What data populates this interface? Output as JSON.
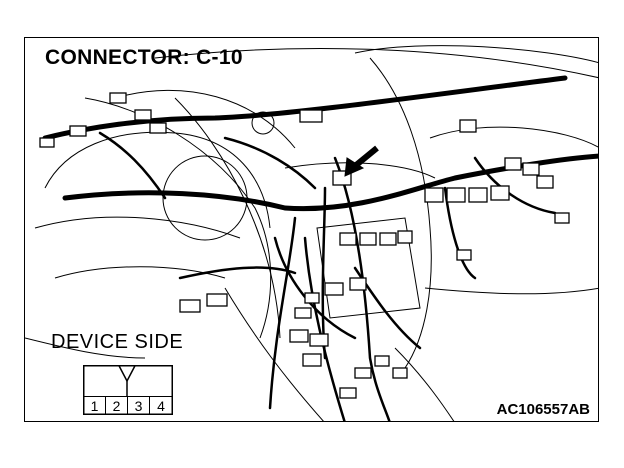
{
  "diagram": {
    "title": "CONNECTOR: C-10",
    "view_label": "DEVICE SIDE",
    "figure_code": "AC106557AB",
    "connector_pins": [
      "1",
      "2",
      "3",
      "4"
    ],
    "pointer_icon": "arrow-icon"
  },
  "colors": {
    "ink": "#000000",
    "background": "#ffffff"
  }
}
